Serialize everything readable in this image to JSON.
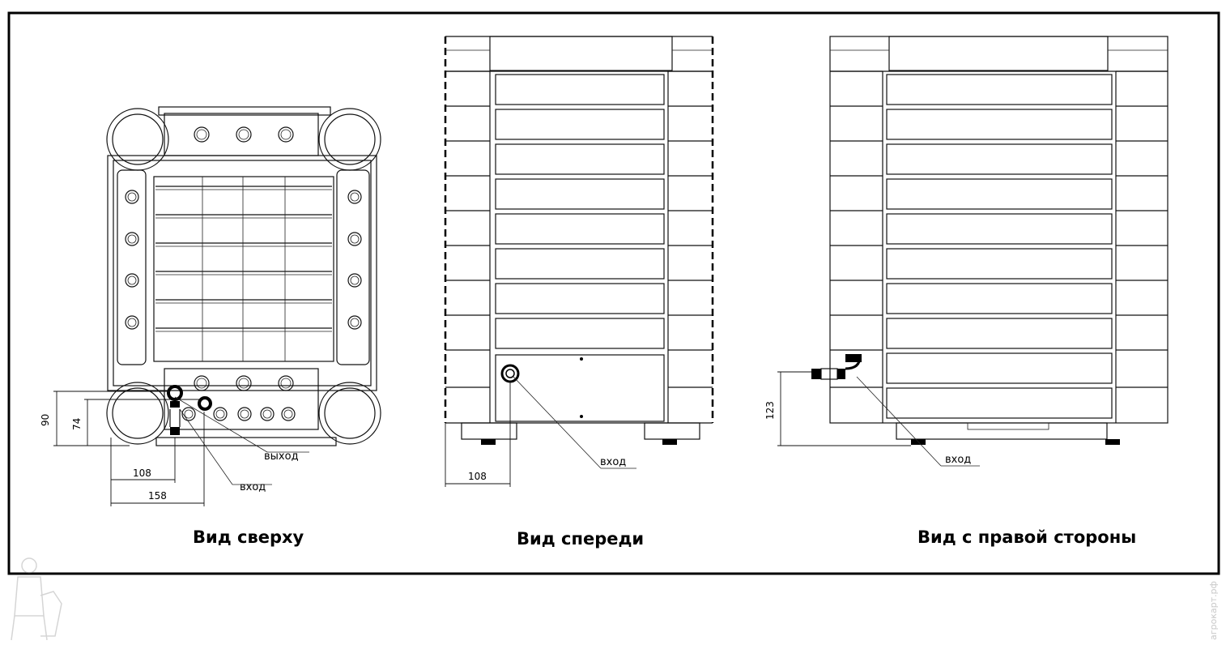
{
  "views": {
    "top": {
      "caption": "Вид сверху",
      "labels": {
        "outlet": "выход",
        "inlet": "вход"
      },
      "dims": {
        "d90": "90",
        "d74": "74",
        "d108": "108",
        "d158": "158"
      }
    },
    "front": {
      "caption": "Вид спереди",
      "labels": {
        "inlet": "вход"
      },
      "dims": {
        "d108": "108"
      }
    },
    "right": {
      "caption": "Вид с правой стороны",
      "labels": {
        "inlet": "вход"
      },
      "dims": {
        "d123": "123"
      }
    }
  },
  "watermark": {
    "text": "агрокарт.рф",
    "icon": "plumber-mascot-icon"
  }
}
